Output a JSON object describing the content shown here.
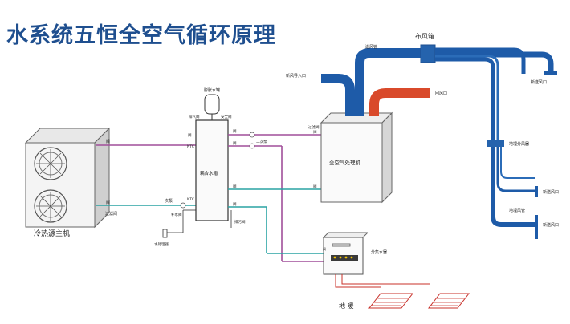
{
  "title": "水系统五恒全空气循环原理",
  "labels": {
    "fresh_air_box": "布风箱",
    "fresh_air_pipe": "送风管",
    "fresh_air_inlet": "新风导入口",
    "return_air_inlet": "回风口",
    "exhaust_outlet": "新送风口",
    "ahu": "全空气处理机",
    "floor_vent_box": "地埋分风器",
    "floor_supply_1": "新送风口",
    "floor_pipe": "地埋风管",
    "floor_supply_2": "新送风口",
    "expansion_tank": "膨胀水罐",
    "exhaust_valve": "排气阀",
    "safety_valve": "安全阀",
    "buffer_tank": "耦合水箱",
    "ntc_top": "NTC",
    "ntc_bottom": "NTC",
    "primary_pump": "一次泵",
    "secondary_pump": "二次泵",
    "makeup_valve": "补水阀",
    "water_treatment": "水处理器",
    "drain_valve": "排污阀",
    "filter_valve_left": "过滤阀",
    "filter_valve_right": "过滤阀",
    "manifold": "分集水器",
    "heat_pump": "冷热源主机",
    "floor_heating": "地 暖",
    "valve_1": "阀",
    "valve_2": "阀",
    "valve_3": "阀",
    "valve_4": "阀",
    "valve_5": "阀",
    "valve_6": "阀",
    "valve_7": "阀",
    "valve_8": "阀",
    "valve_9": "阀",
    "valve_10": "阀"
  },
  "colors": {
    "title": "#1f4f8f",
    "duct_blue": "#1e5ba8",
    "duct_red": "#d94a2b",
    "pipe_purple": "#a04f9a",
    "pipe_teal": "#2aa3a3",
    "floor_red": "#c8302a"
  }
}
